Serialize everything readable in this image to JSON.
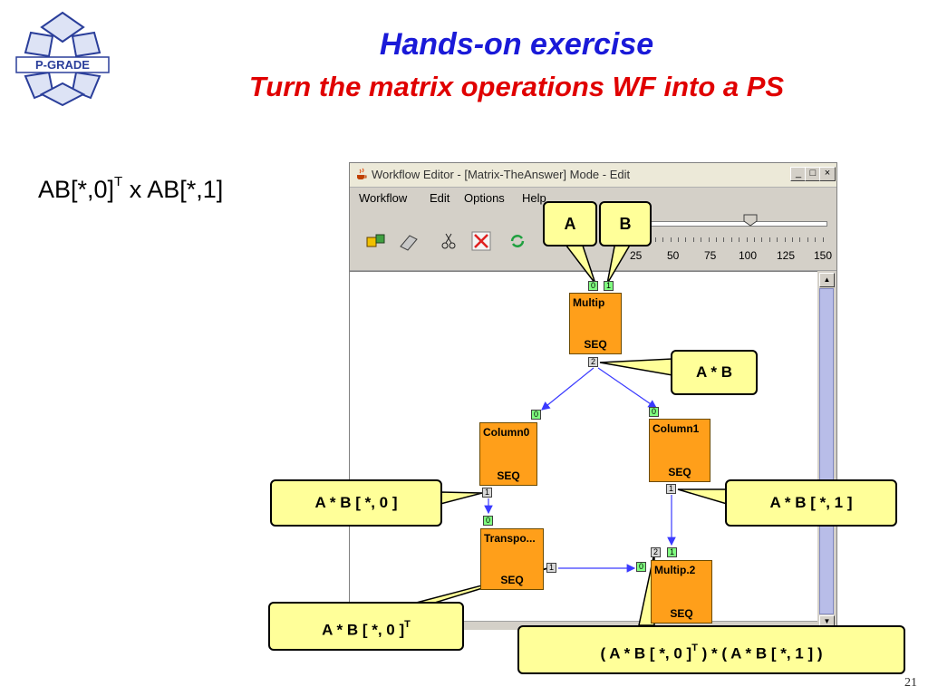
{
  "slide": {
    "title": "Hands-on exercise",
    "subtitle": "Turn the matrix operations WF into a PS",
    "formula_pre": "AB[*,0]",
    "formula_sup": "T",
    "formula_post": " x AB[*,1]",
    "page_number": "21",
    "logo_text": "P-GRADE"
  },
  "window": {
    "title": "Workflow Editor - [Matrix-TheAnswer]  Mode - Edit",
    "buttons": {
      "minimize": "_",
      "maximize": "□",
      "close": "×"
    },
    "menu": [
      "Workflow",
      "Edit",
      "Options",
      "Help"
    ],
    "zoom_ticks": [
      "25",
      "50",
      "75",
      "100",
      "125",
      "150"
    ],
    "zoom_level": 100
  },
  "workflow": {
    "jobs": [
      {
        "name": "Multip",
        "mode": "SEQ"
      },
      {
        "name": "Column0",
        "mode": "SEQ"
      },
      {
        "name": "Column1",
        "mode": "SEQ"
      },
      {
        "name": "Transpo...",
        "mode": "SEQ"
      },
      {
        "name": "Multip.2",
        "mode": "SEQ"
      }
    ],
    "ports": {
      "multip_in0": "0",
      "multip_in1": "1",
      "multip_out": "2",
      "col0_in": "0",
      "col0_out": "1",
      "col1_in": "0",
      "col1_out": "1",
      "trans_in": "0",
      "trans_out": "1",
      "mult2_in0": "0",
      "mult2_in1": "1",
      "mult2_out": "2"
    }
  },
  "callouts": {
    "a": "A",
    "b": "B",
    "ab": "A * B",
    "ab_col0": "A * B [ *, 0 ]",
    "ab_col1": "A * B [ *, 1 ]",
    "ab_col0_t_pre": "A * B [ *, 0 ]",
    "ab_col0_t_sup": "T",
    "result_pre": "( A * B [ *, 0 ]",
    "result_sup": "T",
    "result_post": " ) * ( A * B [ *, 1 ] )"
  },
  "colors": {
    "title": "#1a1ad8",
    "subtitle": "#e00000",
    "job_fill": "#ff9f1a",
    "callout_fill": "#ffff99",
    "input_port": "#80ff80",
    "edge": "#3a3aff"
  }
}
